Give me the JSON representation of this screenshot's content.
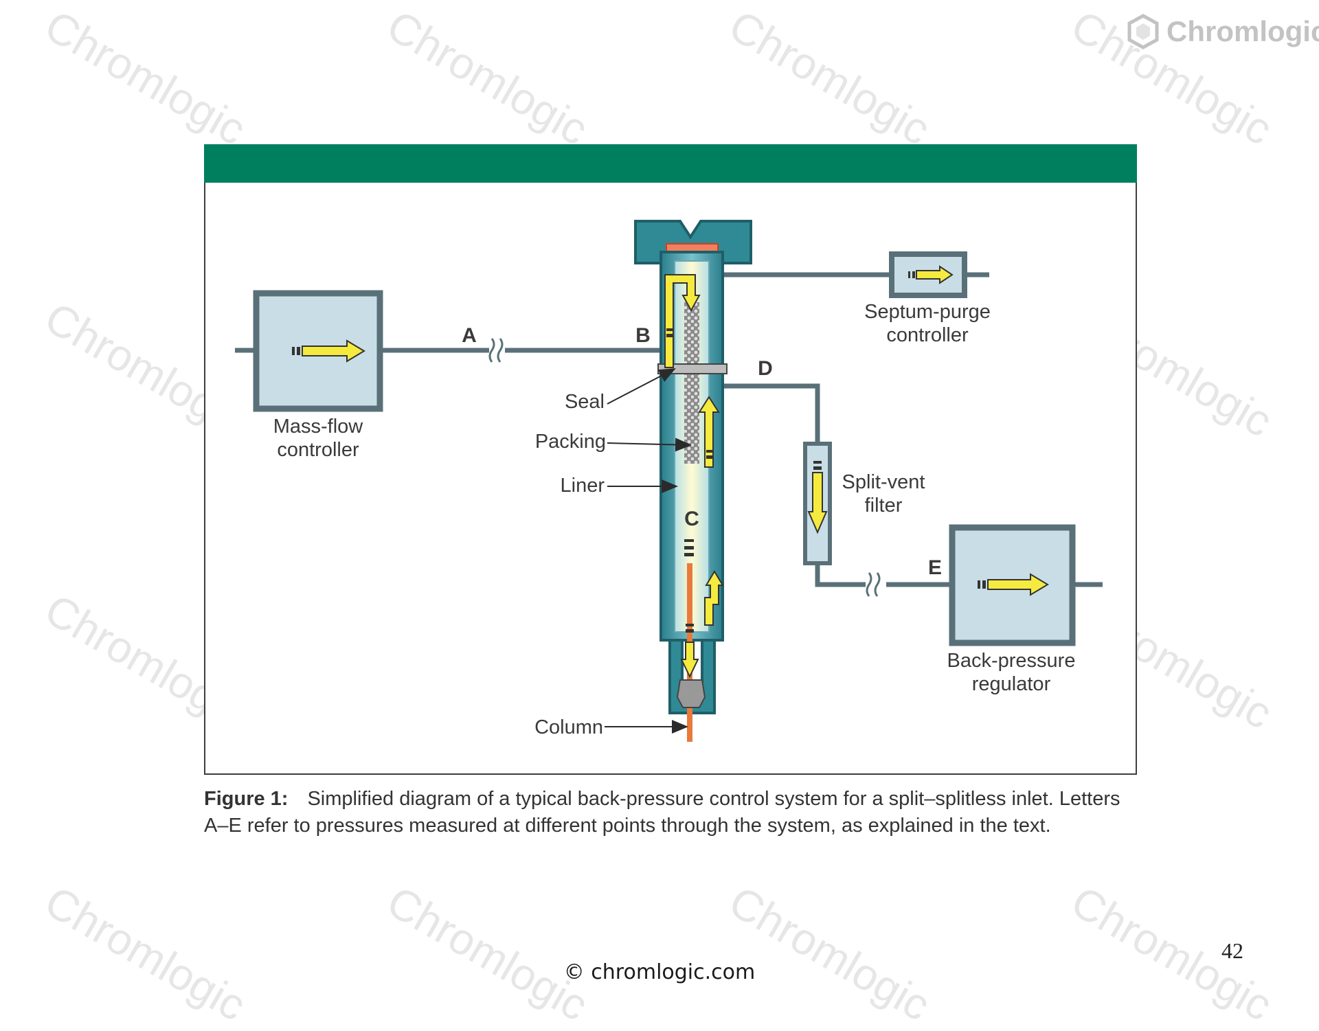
{
  "logo": {
    "text": "Chromlogic",
    "icon": "hexagon-logo-icon",
    "color": "#c3c3c3"
  },
  "watermark": {
    "text": "Chromlogic",
    "color": "#e6e6e6"
  },
  "figure": {
    "header_band_color": "#007f5f",
    "labels": {
      "mass_flow": [
        "Mass-flow",
        "controller"
      ],
      "septum_purge": [
        "Septum-purge",
        "controller"
      ],
      "split_vent": [
        "Split-vent",
        "filter"
      ],
      "back_pressure": [
        "Back-pressure",
        "regulator"
      ],
      "seal": "Seal",
      "packing": "Packing",
      "liner": "Liner",
      "column": "Column"
    },
    "points": {
      "a": "A",
      "b": "B",
      "c": "C",
      "d": "D",
      "e": "E"
    },
    "colors": {
      "line": "#5a7079",
      "box_fill": "#c9dde6",
      "box_stroke": "#5a7079",
      "inlet_body": "#2f8a95",
      "liner_glow": "#fff6b0",
      "arrow_yellow": "#f5ea3e",
      "column_orange": "#e87a3c"
    }
  },
  "caption": {
    "label": "Figure 1:",
    "text": "Simplified diagram of a typical back-pressure control system for a split–splitless inlet. Letters A–E refer to pressures measured at different points through the system, as explained in the text."
  },
  "footer": {
    "copyright": "© chromlogic.com"
  },
  "page_number": "42"
}
